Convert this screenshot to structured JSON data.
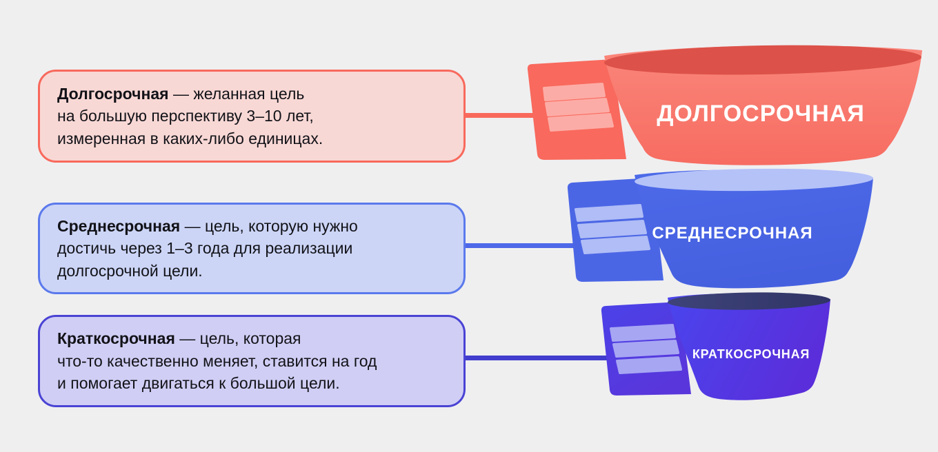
{
  "canvas": {
    "background": "#EFEFF0"
  },
  "cards": [
    {
      "id": "long-term",
      "term": "Долгосрочная",
      "line1_rest": " — желанная цель",
      "line2": "на большую перспективу 3–10 лет,",
      "line3": "измеренная в каких-либо единицах.",
      "fill": "#F8D8D5",
      "border_color": "#F8695C"
    },
    {
      "id": "mid-term",
      "term": "Среднесрочная",
      "line1_rest": " — цель, которую нужно",
      "line2": "достичь через 1–3 года для реализации",
      "line3": "долгосрочной цели.",
      "fill": "#CCD5F6",
      "border_color": "#5B79EC"
    },
    {
      "id": "short-term",
      "term": "Краткосрочная",
      "line1_rest": " — цель, которая",
      "line2": "что-то качественно меняет, ставится на год",
      "line3": "и помогает двигаться к большой цели.",
      "fill": "#D0CEF4",
      "border_color": "#4A43D4"
    }
  ],
  "funnel": {
    "levels": [
      {
        "label": "ДОЛГОСРОЧНАЯ",
        "body_color": "#F97E72",
        "rim_color": "#DC5149",
        "tag_color": "#F9695D",
        "stripe_color": "#FCACA6",
        "connector_color": "#F8695C"
      },
      {
        "label": "СРЕДНЕСРОЧНАЯ",
        "body_color": "#4B67E7",
        "rim_color": "#B5C2F8",
        "tag_color": "#4B66E5",
        "stripe_color": "#B0BDF6",
        "connector_color": "#4D68E8"
      },
      {
        "label": "КРАТКОСРОЧНАЯ",
        "body_color": "#4C3FE3",
        "rim_color": "#373A6F",
        "tag_color": "#4E40E2",
        "stripe_color": "#A7A6F3",
        "connector_color": "#413DCD"
      }
    ]
  }
}
